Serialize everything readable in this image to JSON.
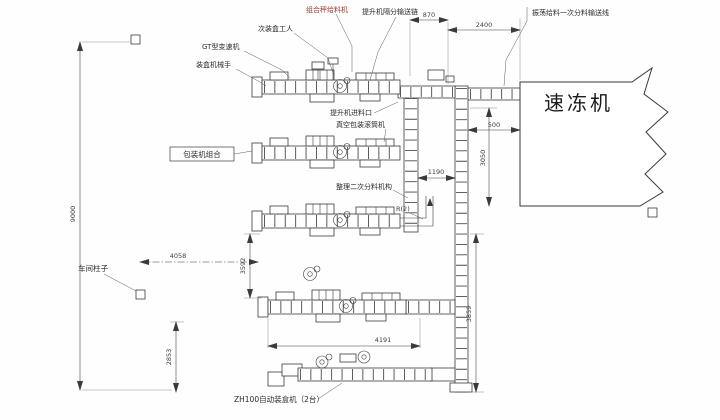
{
  "drawing": {
    "labels": {
      "combo_scale_feeder": "组合秤给料机",
      "hoist_divider_conveyor": "提升机隔分输送链",
      "secondary_boxing_worker": "次装盒工人",
      "gt_gearbox": "GT型变速机",
      "boxing_robot_arm": "装盒机械手",
      "packaging_unit_group": "包装机组合",
      "hoist_inlet": "提升机进料口",
      "vacuum_drum_machine": "真空包装滚筒机",
      "secondary_sorting": "整理二次分料机构",
      "oscillating_feed_line": "振荡给料一次分料输送线",
      "freezer": "速冻机",
      "workshop_column": "车间柱子",
      "bottom_boxing_machine": "ZH100自动装盒机（2台）",
      "r2_callout": "R(2)"
    },
    "dimensions": {
      "top_small": "870",
      "top_main": "2400",
      "freezer_offset": "500",
      "mid_offset": "1190",
      "freezer_height": "3050",
      "overall_height": "9000",
      "column_span": "4058",
      "module_gap": "3592",
      "module_width": "4191",
      "right_lower": "3859",
      "bottom_left": "2853"
    },
    "colors": {
      "line": "#3a3a3a",
      "accent_label": "#9c3a2e"
    }
  }
}
